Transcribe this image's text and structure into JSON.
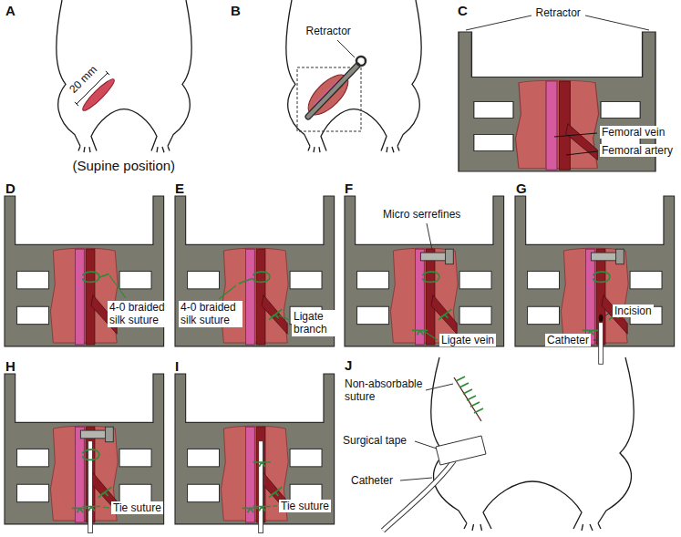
{
  "diagram": {
    "labels": [
      "A",
      "20 mm",
      "(Supine position)",
      "B",
      "Retractor",
      "C",
      "Retractor",
      "Femoral vein",
      "Femoral artery",
      "D",
      "4-0 braided silk suture",
      "E",
      "4-0 braided silk suture",
      "Ligate branch",
      "F",
      "Micro serrefines",
      "Ligate vein",
      "G",
      "Catheter",
      "Incision",
      "H",
      "Tie suture",
      "I",
      "Tie suture",
      "J",
      "Non-absorbable suture",
      "Surgical tape",
      "Catheter"
    ]
  }
}
